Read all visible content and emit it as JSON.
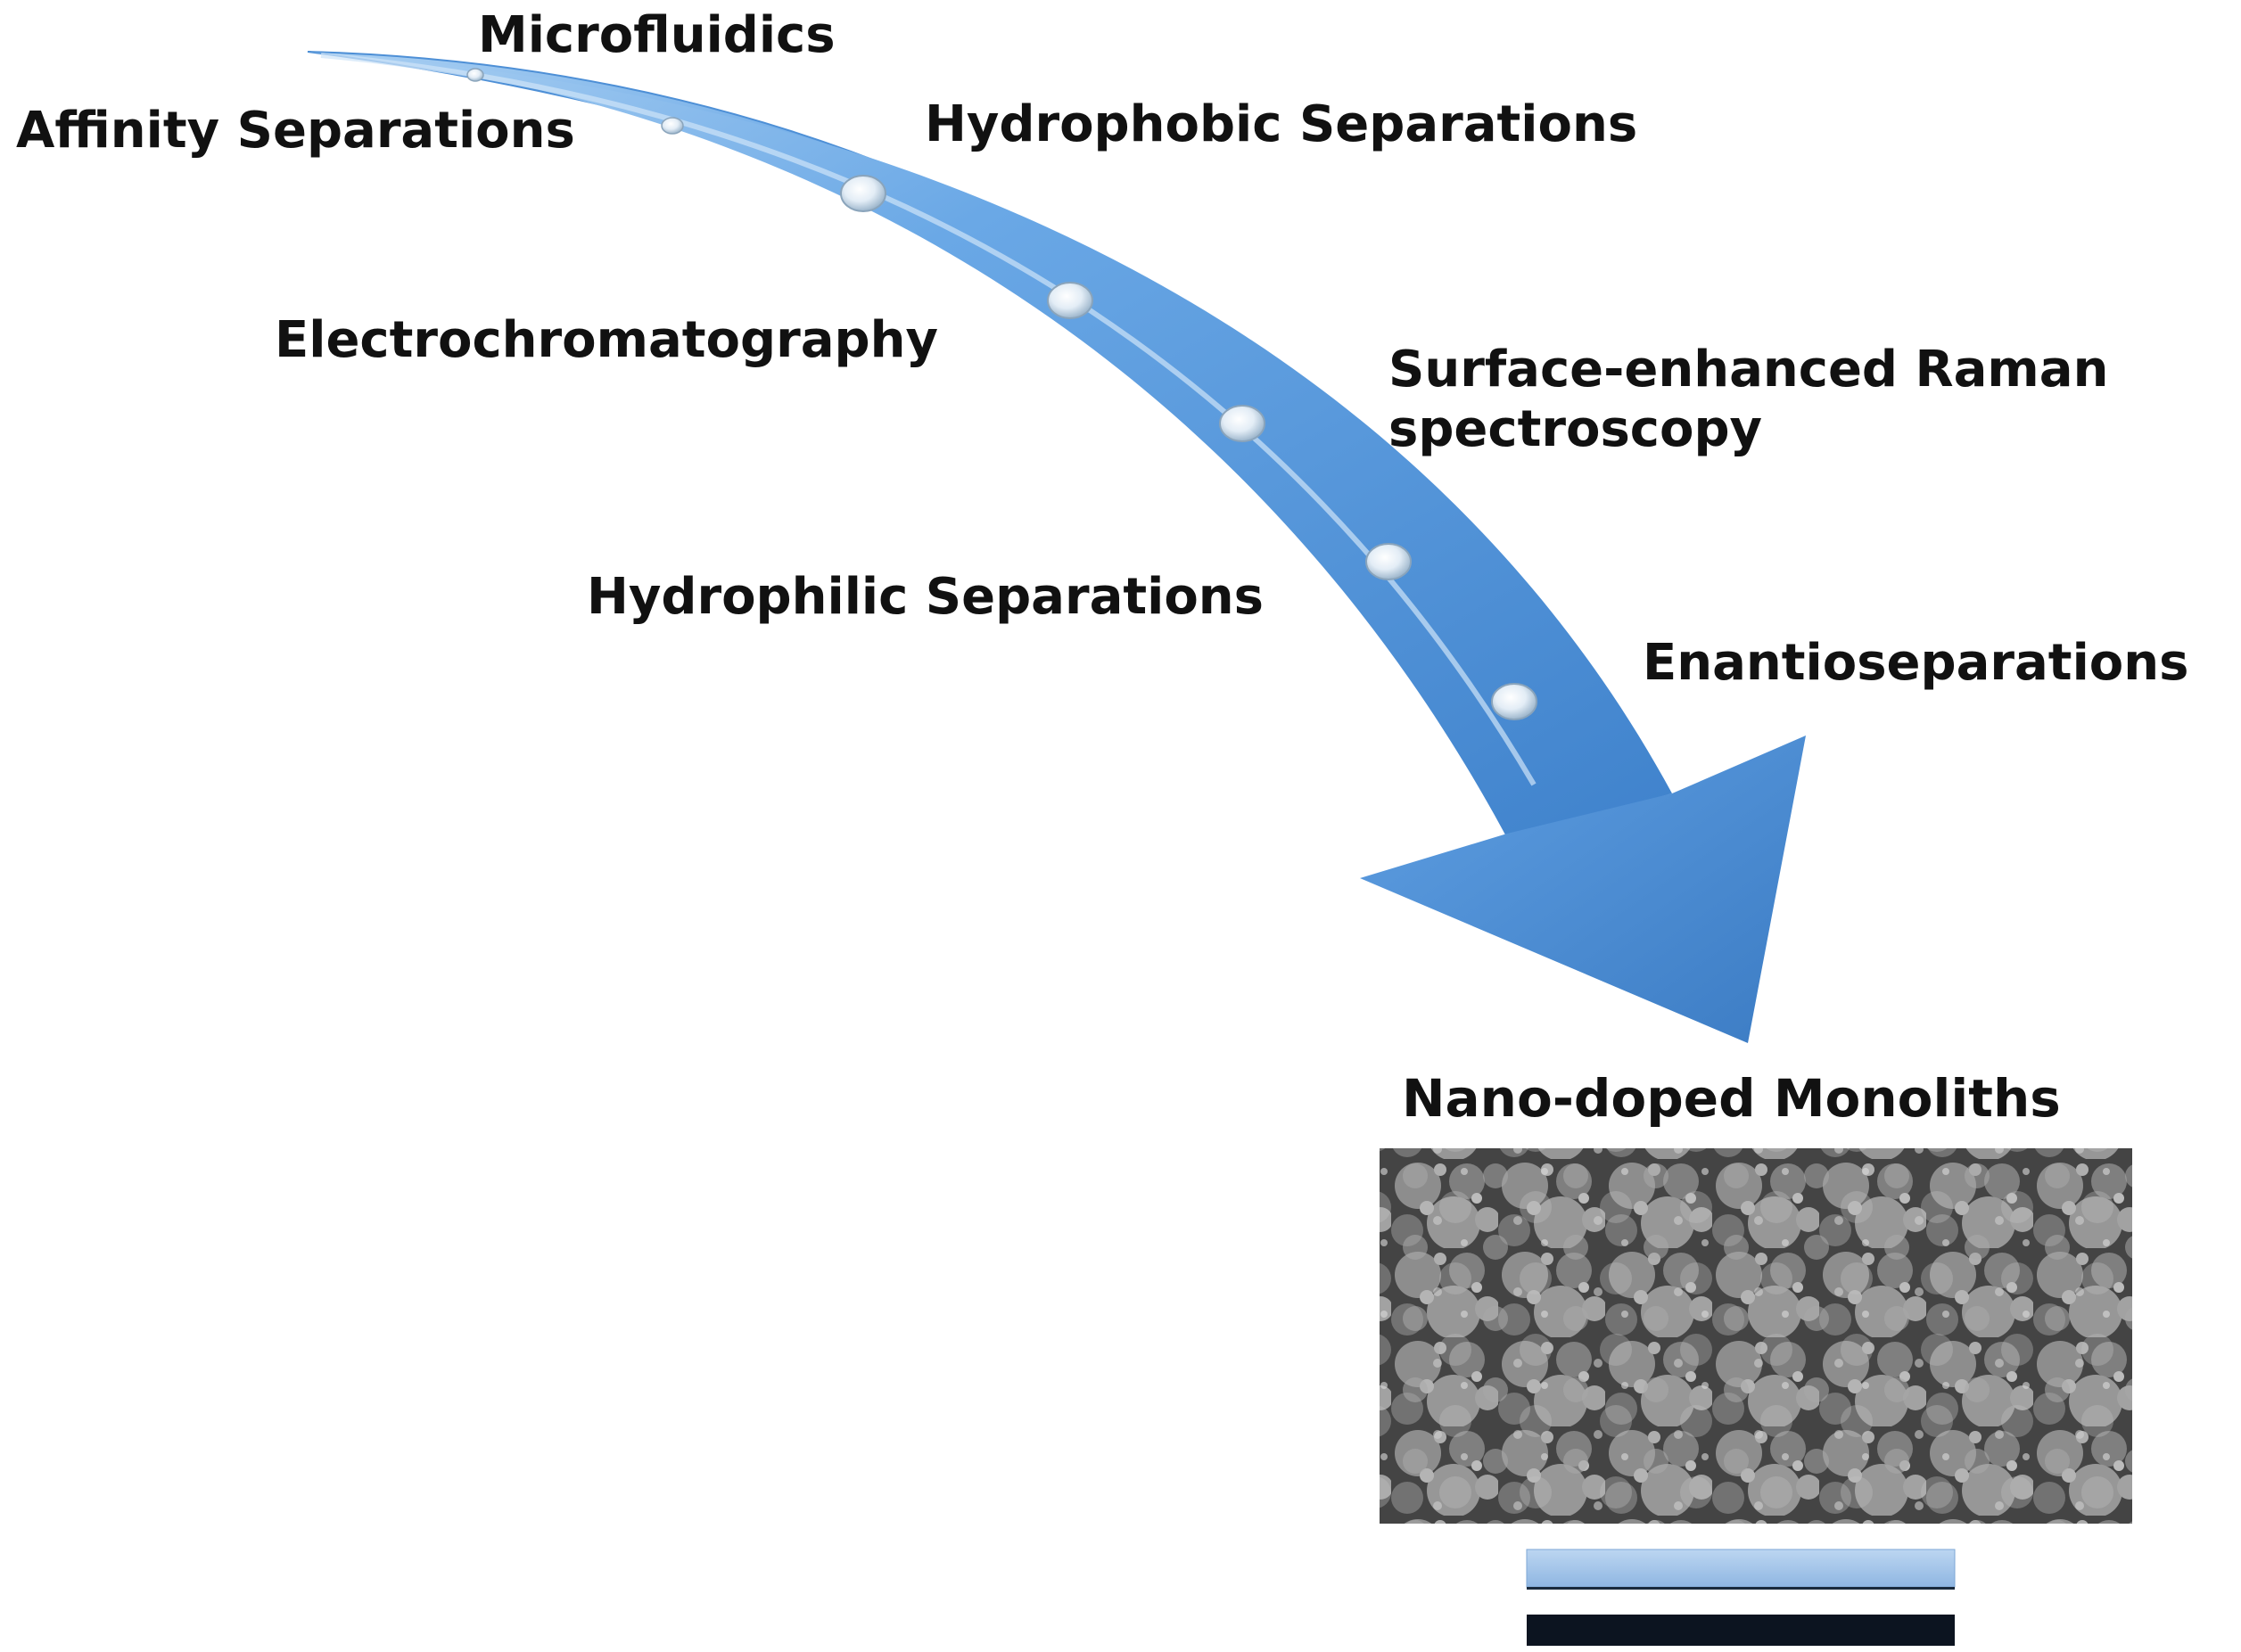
{
  "labels": {
    "microfluidics": "Microfluidics",
    "affinity": "Affinity Separations",
    "hydrophobic": "Hydrophobic Separations",
    "electro": "Electrochromatography",
    "raman_line1": "Surface-enhanced Raman",
    "raman_line2": "spectroscopy",
    "hydrophilic": "Hydrophilic Separations",
    "enantio": "Enantioseparations",
    "target": "Nano-doped Monoliths"
  },
  "colors": {
    "arrow_light": "#8fbdeb",
    "arrow_main": "#5a9be0",
    "arrow_dark": "#3f7fc6",
    "bar_light": "#a8c8ec",
    "bar_dark": "#0c1420",
    "image_bg": "#3a3a3a"
  },
  "images": {
    "sem": "sem-micrograph"
  },
  "icons": {
    "bead": "bead-icon",
    "arrow": "curved-arrow"
  }
}
